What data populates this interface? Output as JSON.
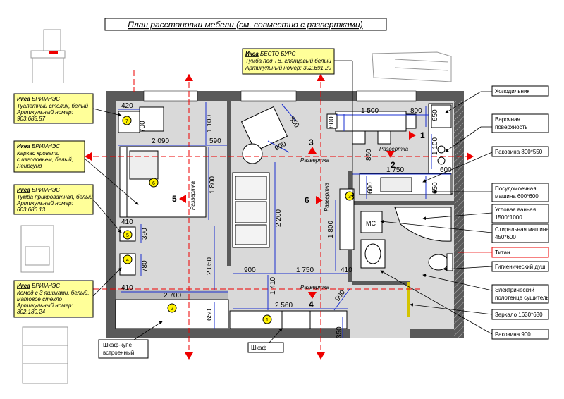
{
  "title": "План расстановки мебели (см. совместно с развертками)",
  "callouts": {
    "besto": {
      "brand": "Икеа",
      "name": " БЕСТО БУРС",
      "l2": "Тумба под ТВ, глянцевый белый",
      "l3": "Артикульный номер: 302.691.29"
    },
    "dressing": {
      "brand": "Икеа",
      "name": " БРИМНЭС",
      "l2": "Туалетный столик, белый",
      "l3": "Артикульный номер:",
      "l4": "903.688.57"
    },
    "bed": {
      "brand": "Икеа",
      "name": " БРИМНЭС",
      "l2": "Каркас кровати",
      "l3": "с изголовьем, белый,",
      "l4": "Леирсунд"
    },
    "nightstand": {
      "brand": "Икеа",
      "name": " БРИМНЭС",
      "l2": "Тумба прикроватная, белый",
      "l3": "Артикульный номер:",
      "l4": "603.686.13"
    },
    "dresser": {
      "brand": "Икеа",
      "name": " БРИМНЭС",
      "l2": "Комод с 3 ящиками, белый,",
      "l3": "матовое стекло",
      "l4": "Артикульный номер:",
      "l5": "802.180.24"
    }
  },
  "right_labels": {
    "fridge": "Холодильник",
    "hob1": "Варочная",
    "hob2": "поверхность",
    "sink_kitchen": "Раковина 800*550",
    "dishwasher1": "Посудомоечная",
    "dishwasher2": "машина 600*600",
    "bath1": "Угловая ванная",
    "bath2": "1500*1000",
    "washer1": "Стиральная машина",
    "washer2": "450*600",
    "titan": "Титан",
    "shower": "Гигиенический душ",
    "towel1": "Электрический",
    "towel2": "полотенце сушитель",
    "mirror": "Зеркало 1630*630",
    "sink_bath": "Раковина 900"
  },
  "bottom_labels": {
    "wardrobe1": "Шкаф-купе",
    "wardrobe2": "встроенный",
    "cabinet": "Шкаф"
  },
  "dimensions": {
    "d420": "420",
    "d2090": "2 090",
    "d590": "590",
    "d700": "700",
    "d1100a": "1 100",
    "d850a": "850",
    "d900a": "900",
    "d1500": "1 500",
    "d800a": "800",
    "d800b": "800",
    "d650a": "650",
    "d1100b": "1 100",
    "d850b": "850",
    "d1750a": "1 750",
    "d600a": "600",
    "d600b": "600",
    "d650b": "650",
    "d1800a": "1 800",
    "d2200": "2 200",
    "d1800b": "1 800",
    "d410a": "410",
    "d390": "390",
    "d2050": "2 050",
    "d780": "780",
    "d410b": "410",
    "d900b": "900",
    "d1750b": "1 750",
    "d410c": "410",
    "d1410": "1 410",
    "d2700": "2 700",
    "d2560": "2 560",
    "d900c": "900",
    "d650c": "650",
    "d350": "350"
  },
  "markers": {
    "m1": "1",
    "m2": "2",
    "m3": "3",
    "m4": "4",
    "m5": "5",
    "m6": "6",
    "raz": "Развертка"
  },
  "circles": {
    "c1": "1",
    "c2": "2",
    "c3": "3",
    "c4": "4",
    "c5": "5",
    "c6": "6",
    "c7": "7"
  },
  "fixtures": {
    "mc": "МС"
  }
}
